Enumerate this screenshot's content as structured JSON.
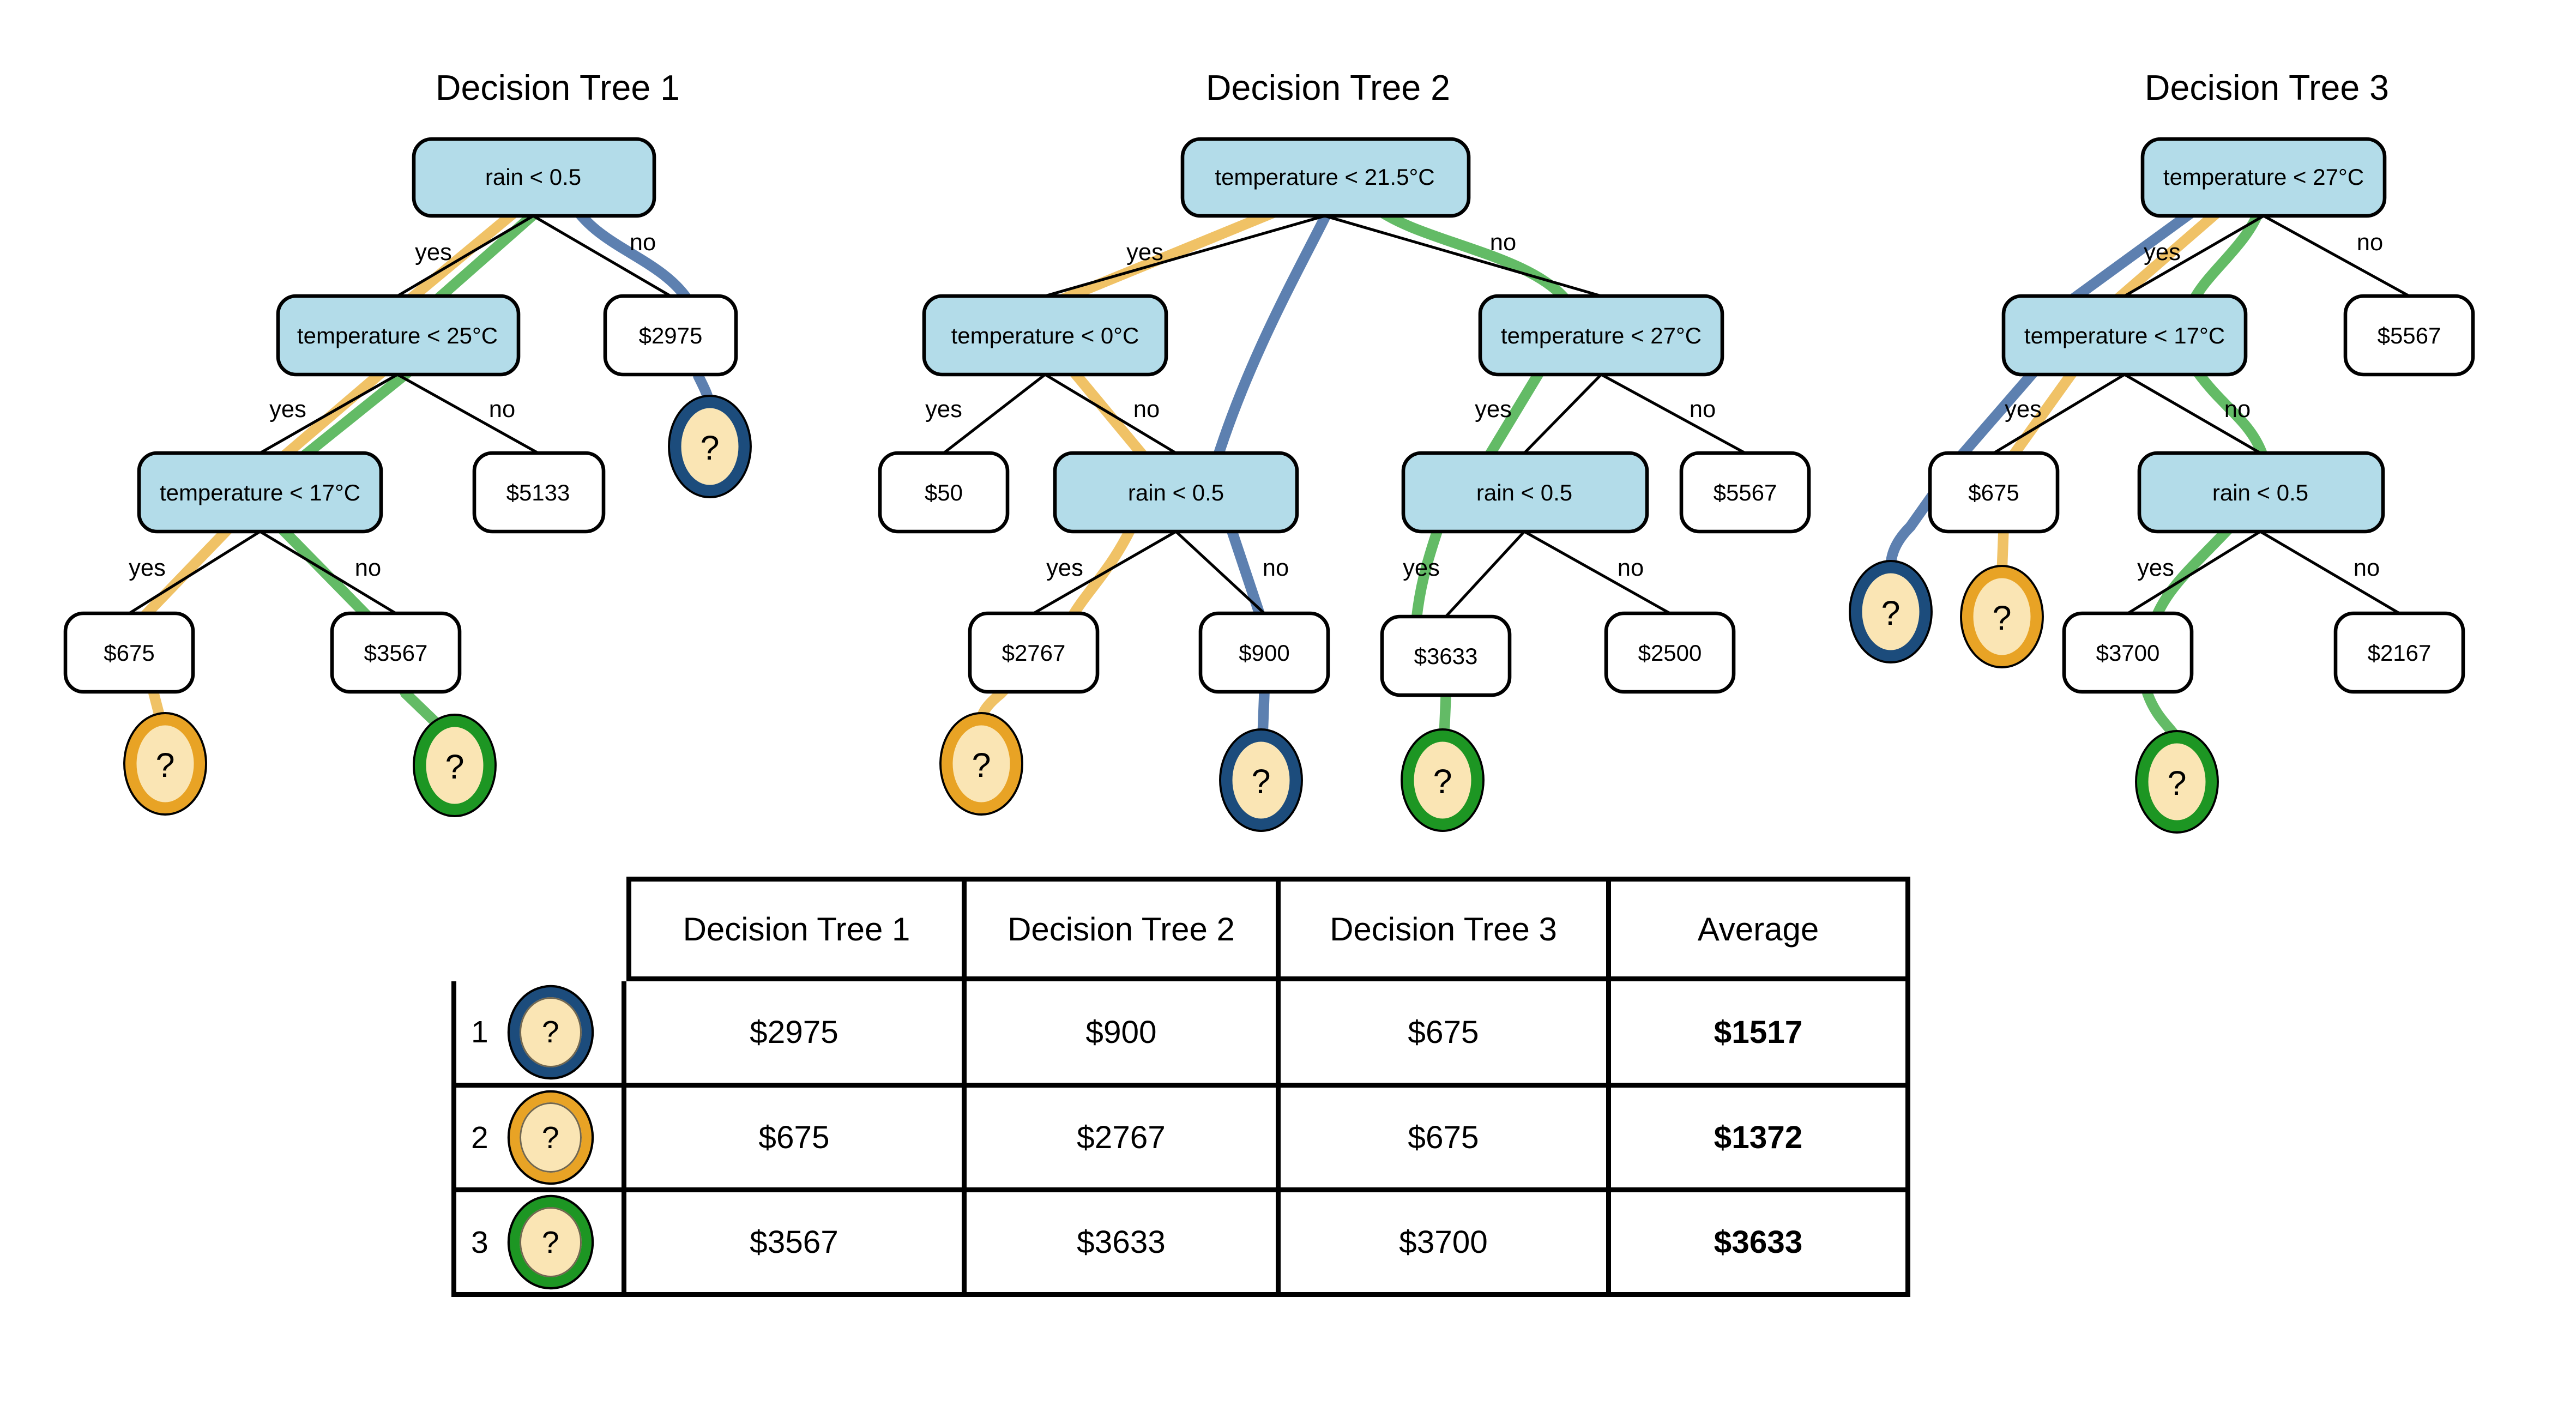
{
  "trees": [
    {
      "title": "Decision Tree 1",
      "nodes": [
        {
          "id": "root",
          "label": "rain < 0.5"
        },
        {
          "id": "left",
          "label": "temperature < 25°C"
        },
        {
          "id": "right-leaf",
          "label": "$2975"
        },
        {
          "id": "left-left",
          "label": "temperature < 17°C"
        },
        {
          "id": "left-right-leaf",
          "label": "$5133"
        },
        {
          "id": "leaf-675",
          "label": "$675"
        },
        {
          "id": "leaf-3567",
          "label": "$3567"
        }
      ]
    },
    {
      "title": "Decision Tree 2",
      "nodes": [
        {
          "id": "root",
          "label": "temperature < 21.5°C"
        },
        {
          "id": "left",
          "label": "temperature < 0°C"
        },
        {
          "id": "right",
          "label": "temperature < 27°C"
        },
        {
          "id": "leaf-50",
          "label": "$50"
        },
        {
          "id": "left-rain",
          "label": "rain < 0.5"
        },
        {
          "id": "right-rain",
          "label": "rain < 0.5"
        },
        {
          "id": "leaf-5567",
          "label": "$5567"
        },
        {
          "id": "leaf-2767",
          "label": "$2767"
        },
        {
          "id": "leaf-900",
          "label": "$900"
        },
        {
          "id": "leaf-3633",
          "label": "$3633"
        },
        {
          "id": "leaf-2500",
          "label": "$2500"
        }
      ]
    },
    {
      "title": "Decision Tree 3",
      "nodes": [
        {
          "id": "root",
          "label": "temperature < 27°C"
        },
        {
          "id": "left",
          "label": "temperature < 17°C"
        },
        {
          "id": "leaf-5567",
          "label": "$5567"
        },
        {
          "id": "leaf-675",
          "label": "$675"
        },
        {
          "id": "rain",
          "label": "rain < 0.5"
        },
        {
          "id": "leaf-3700",
          "label": "$3700"
        },
        {
          "id": "leaf-2167",
          "label": "$2167"
        }
      ]
    }
  ],
  "labels": {
    "yes": "yes",
    "no": "no"
  },
  "glyphs": {
    "question": "?"
  },
  "table": {
    "headers": [
      "Decision Tree 1",
      "Decision Tree 2",
      "Decision Tree 3",
      "Average"
    ],
    "rows": [
      {
        "index": "1",
        "marker": "blue",
        "values": [
          "$2975",
          "$900",
          "$675",
          "$1517"
        ]
      },
      {
        "index": "2",
        "marker": "orange",
        "values": [
          "$675",
          "$2767",
          "$675",
          "$1372"
        ]
      },
      {
        "index": "3",
        "marker": "green",
        "values": [
          "$3567",
          "$3633",
          "$3700",
          "$3633"
        ]
      }
    ]
  },
  "colors": {
    "node_fill": "#b3dce9",
    "leaf_fill": "#ffffff",
    "path_orange": "#f0c266",
    "path_blue": "#5d80b0",
    "path_green": "#63bb66",
    "ring_orange": "#e8a325",
    "ring_blue": "#1c4c7c",
    "ring_green": "#1d9623",
    "circle_fill": "#fae5b4"
  }
}
